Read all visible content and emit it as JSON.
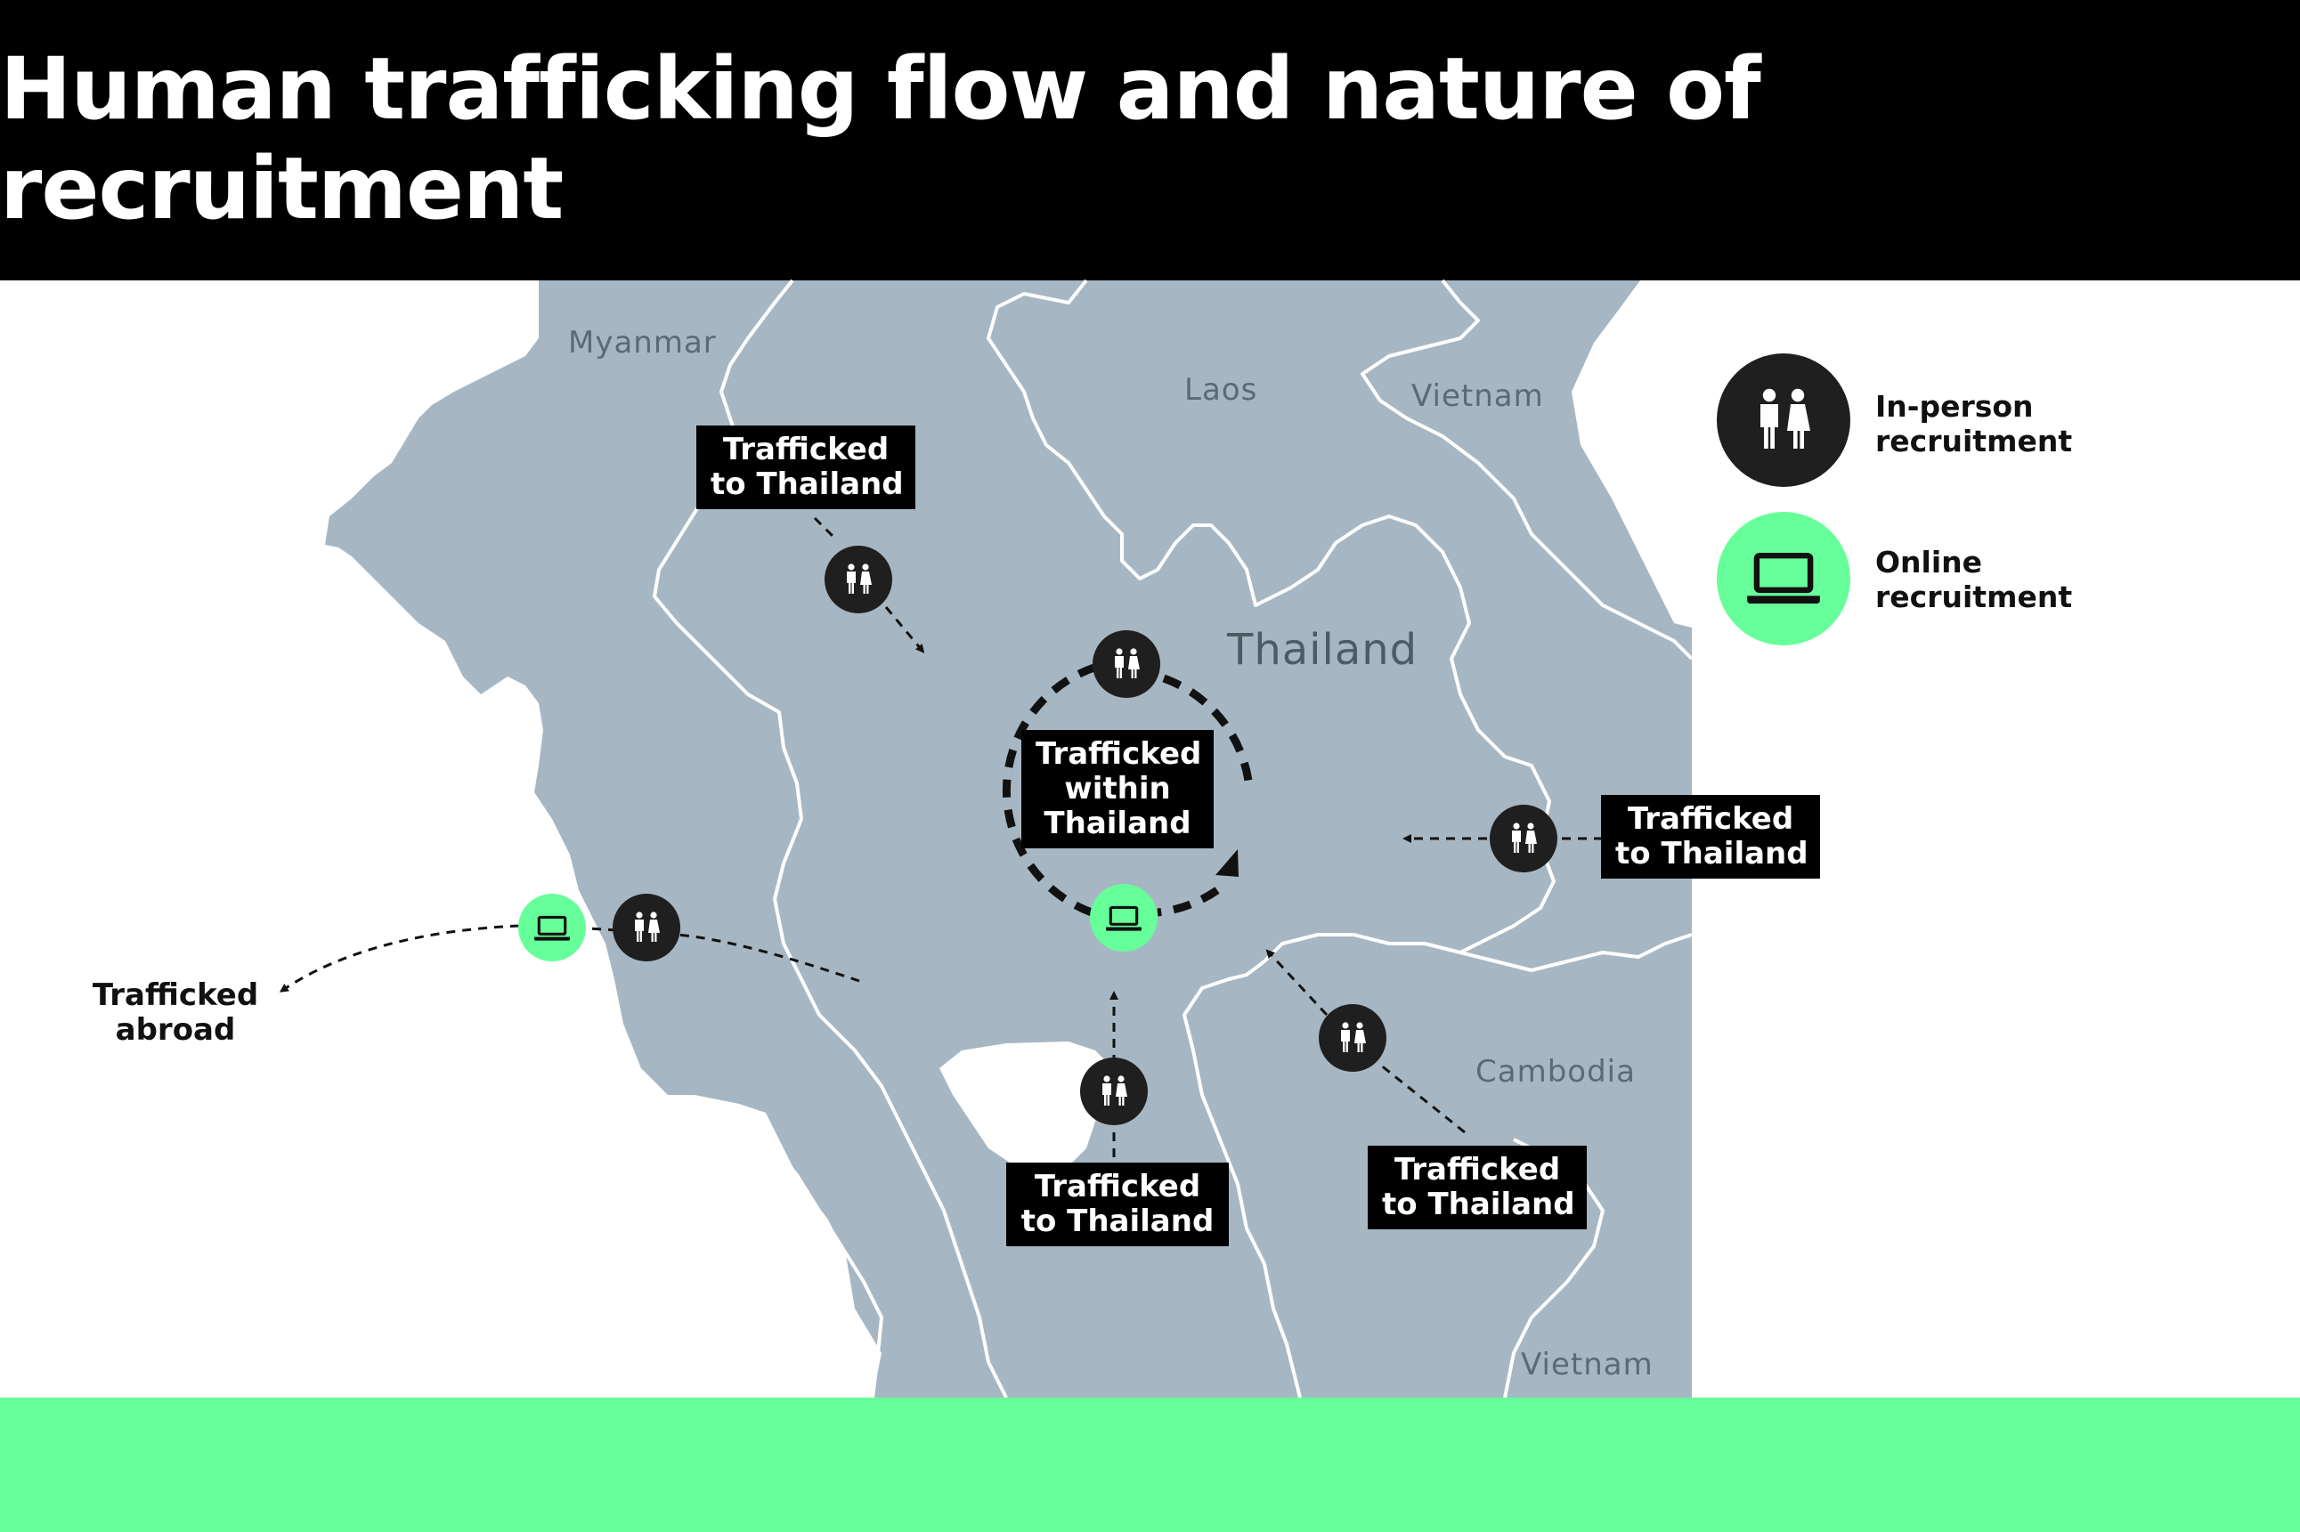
{
  "title": "Human trafficking flow and nature of recruitment",
  "colors": {
    "header_bg": "#000000",
    "land": "#a6b7c3",
    "border_lines": "#ffffff",
    "in_person_marker": "#1f1f1f",
    "online_marker": "#66ff99",
    "footer_band": "#66ff99"
  },
  "countries": {
    "myanmar": "Myanmar",
    "laos": "Laos",
    "vietnam_north": "Vietnam",
    "thailand": "Thailand",
    "cambodia": "Cambodia",
    "vietnam_south": "Vietnam"
  },
  "flows": {
    "myanmar_to_thailand": {
      "line1": "Trafficked",
      "line2": "to Thailand",
      "recruitment": [
        "in-person"
      ]
    },
    "within_thailand": {
      "line1": "Trafficked",
      "line2": "within",
      "line3": "Thailand",
      "recruitment": [
        "in-person",
        "online"
      ]
    },
    "laos_to_thailand": {
      "line1": "Trafficked",
      "line2": "to Thailand",
      "recruitment": [
        "in-person"
      ]
    },
    "south_to_thailand": {
      "line1": "Trafficked",
      "line2": "to Thailand",
      "recruitment": [
        "in-person"
      ]
    },
    "cambodia_to_thailand": {
      "line1": "Trafficked",
      "line2": "to Thailand",
      "recruitment": [
        "in-person"
      ]
    },
    "abroad": {
      "line1": "Trafficked",
      "line2": "abroad",
      "recruitment": [
        "online",
        "in-person"
      ]
    }
  },
  "legend": {
    "in_person": {
      "line1": "In-person",
      "line2": "recruitment",
      "icon": "people-icon"
    },
    "online": {
      "line1": "Online",
      "line2": "recruitment",
      "icon": "laptop-icon"
    }
  }
}
